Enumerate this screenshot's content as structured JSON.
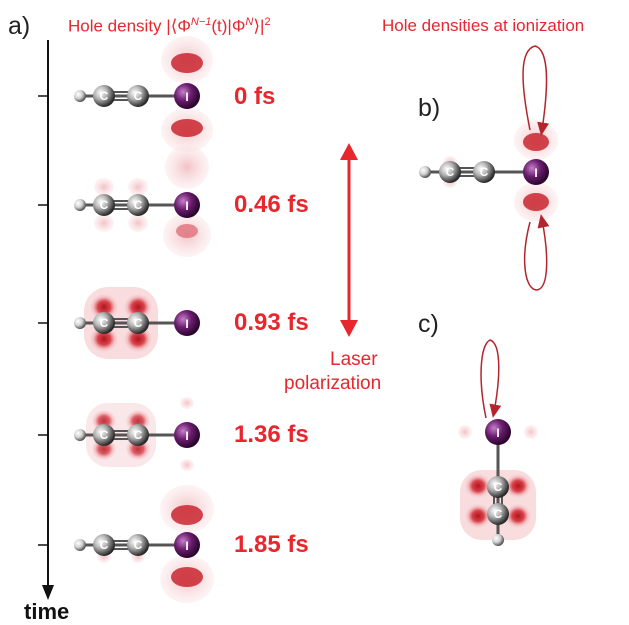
{
  "panels": {
    "a": "a)",
    "b": "b)",
    "c": "c)"
  },
  "header": {
    "hole_density": "Hole density |⟨Φ",
    "sup1": "N−1",
    "mid": "(t)|Φ",
    "sup2": "N",
    "tail": "⟩|",
    "sup3": "2",
    "hole_ionization": "Hole densities at ionization"
  },
  "time_axis": {
    "label": "time"
  },
  "snapshots": [
    {
      "time": "0 fs"
    },
    {
      "time": "0.46 fs"
    },
    {
      "time": "0.93 fs"
    },
    {
      "time": "1.36 fs"
    },
    {
      "time": "1.85 fs"
    }
  ],
  "laser": {
    "line1": "Laser",
    "line2": "polarization"
  },
  "atoms": {
    "carbon": "C",
    "iodine": "I"
  },
  "colors": {
    "accent_red": "#e8262d",
    "iodine_purple": "#6a1e6e",
    "lobe_dark": "#c9262f",
    "lobe_light": "#f3c5c8"
  }
}
